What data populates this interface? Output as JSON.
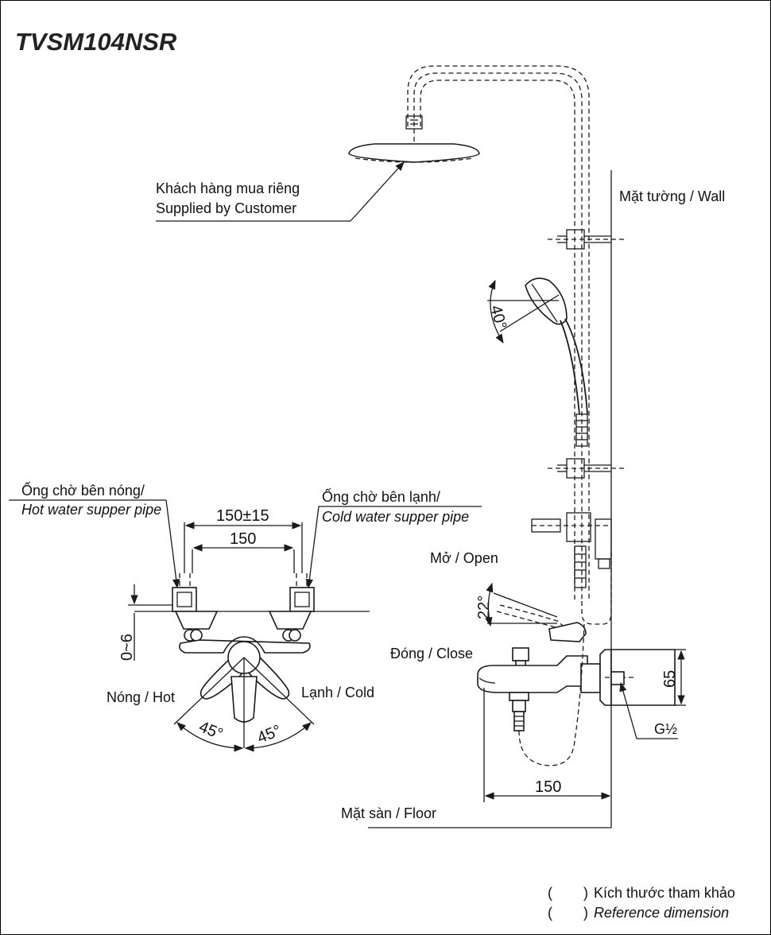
{
  "title": "TVSM104NSR",
  "labels": {
    "supplied_line1": "Khách hàng mua riêng",
    "supplied_line2": "Supplied by Customer",
    "wall": "Mặt tường / Wall",
    "hot_pipe_vi": "Ống chờ bên nóng/",
    "hot_pipe_en": "Hot water supper pipe",
    "cold_pipe_vi": "Ống chờ bên lạnh/",
    "cold_pipe_en": "Cold water supper pipe",
    "open": "Mở / Open",
    "close": "Đóng / Close",
    "hot": "Nóng / Hot",
    "cold": "Lạnh / Cold",
    "floor": "Mặt sàn / Floor",
    "thread": "G½"
  },
  "dimensions": {
    "spacing_tol": "150±15",
    "spacing": "150",
    "offset": "0~6",
    "angle_hot": "45°",
    "angle_cold": "45°",
    "handshower_angle": "40°",
    "lever_angle": "22°",
    "height": "65",
    "projection": "150"
  },
  "legend": {
    "paren_open_1": "(",
    "paren_close_1": ")",
    "ref_vi": "Kích thước tham khảo",
    "paren_open_2": "(",
    "paren_close_2": ")",
    "ref_en": "Reference dimension"
  }
}
